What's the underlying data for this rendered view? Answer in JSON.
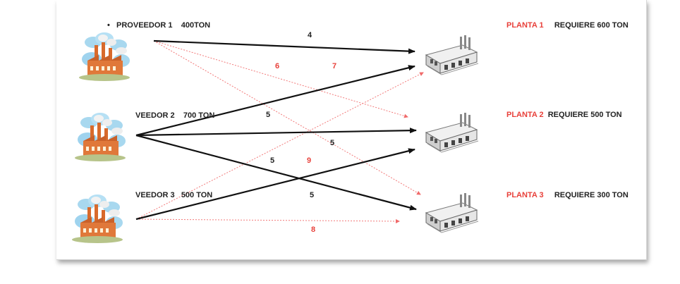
{
  "suppliers": [
    {
      "bullet": "•",
      "label": "PROVEEDOR 1",
      "amount": "400TON"
    },
    {
      "label": "VEEDOR 2",
      "amount": "700 TON"
    },
    {
      "label": "VEEDOR 3",
      "amount": "500 TON"
    }
  ],
  "plants": [
    {
      "name": "PLANTA 1",
      "requirement": "REQUIERE 600 TON"
    },
    {
      "name": "PLANTA 2",
      "requirement": "REQUIERE 500 TON"
    },
    {
      "name": "PLANTA 3",
      "requirement": "REQUIERE 300 TON"
    }
  ],
  "costs": {
    "p1_planta1": "4",
    "p1_planta2": "6",
    "p1_planta3": "7",
    "p2_planta1": "5",
    "p2_planta2": "5",
    "p2_planta3": "5",
    "p3_planta1": "9",
    "p3_planta2": "5",
    "p3_planta3": "8"
  },
  "colors": {
    "black_arrow": "#111111",
    "red_arrow": "#f08080",
    "red_text": "#e8403a"
  }
}
